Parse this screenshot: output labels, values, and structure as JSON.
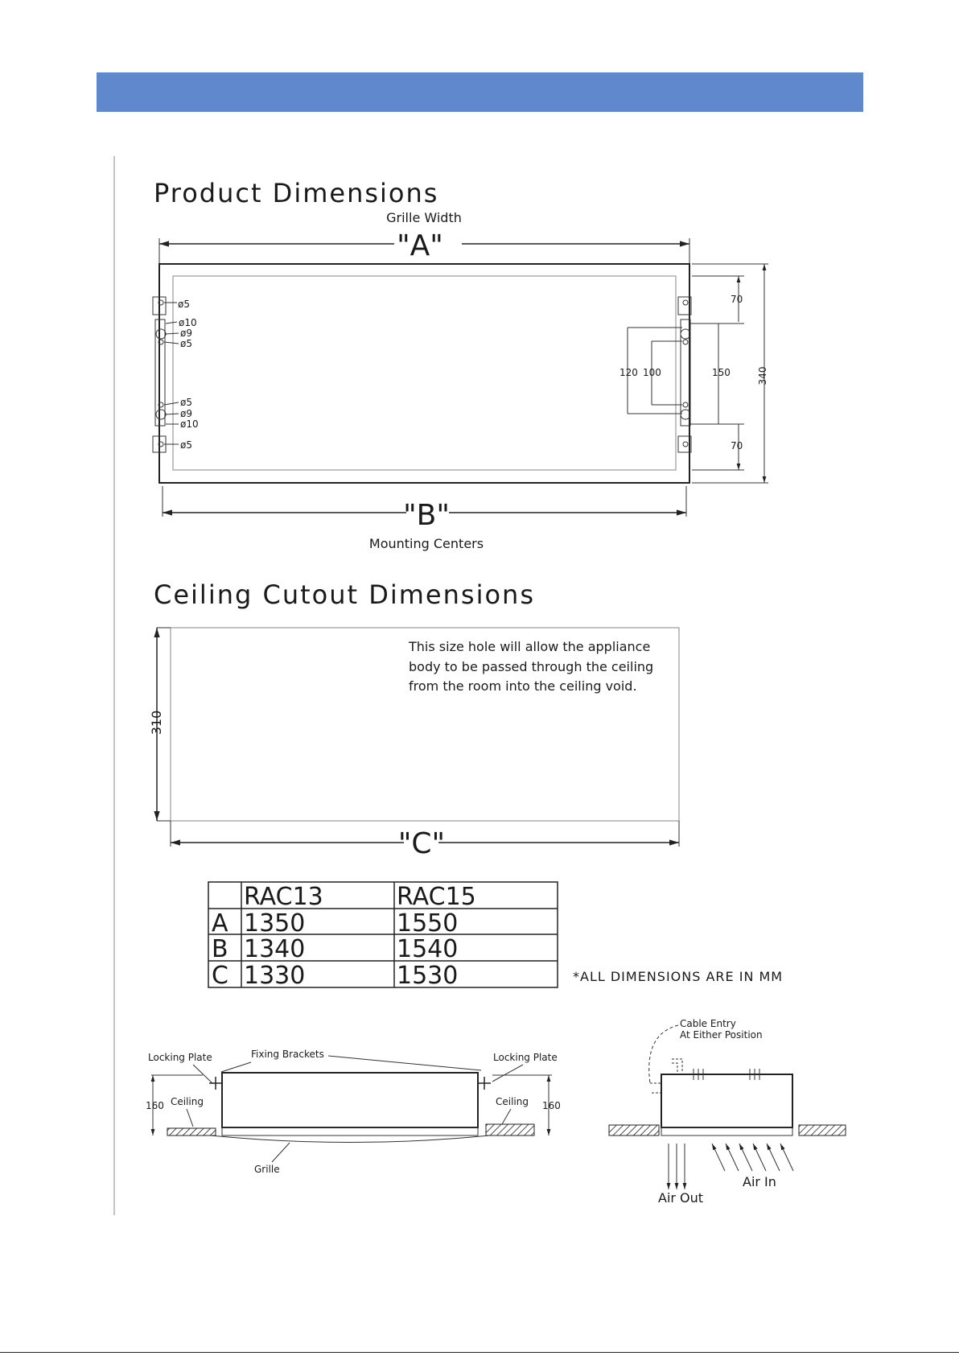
{
  "product": {
    "title": "Product Dimensions",
    "grille_width_label": "Grille Width",
    "dim_a": "\"A\"",
    "dim_b": "\"B\"",
    "mounting_label": "Mounting Centers",
    "left_holes": [
      "ø5",
      "ø10",
      "ø9",
      "ø5",
      "ø5",
      "ø9",
      "ø10",
      "ø5"
    ],
    "right_dims": [
      "70",
      "120",
      "100",
      "150",
      "340",
      "70"
    ]
  },
  "ceiling": {
    "title": "Ceiling Cutout Dimensions",
    "note_lines": [
      "This size hole will allow the appliance",
      "body to be passed through the ceiling",
      "from the room into the ceiling void."
    ],
    "height_dim": "310",
    "dim_c": "\"C\""
  },
  "table": {
    "columns": [
      "",
      "RAC13",
      "RAC15"
    ],
    "rows": [
      [
        "A",
        "1350",
        "1550"
      ],
      [
        "B",
        "1340",
        "1540"
      ],
      [
        "C",
        "1330",
        "1530"
      ]
    ],
    "note": "*ALL DIMENSIONS ARE IN MM"
  },
  "install": {
    "locking_left": "Locking Plate",
    "fixing_brackets": "Fixing Brackets",
    "locking_right": "Locking Plate",
    "ceiling_left": "Ceiling",
    "ceiling_right": "Ceiling",
    "dim_left": "160",
    "dim_right": "160",
    "grille": "Grille"
  },
  "airflow": {
    "cable_entry_1": "Cable Entry",
    "cable_entry_2": "At Either Position",
    "air_in": "Air In",
    "air_out": "Air Out"
  }
}
